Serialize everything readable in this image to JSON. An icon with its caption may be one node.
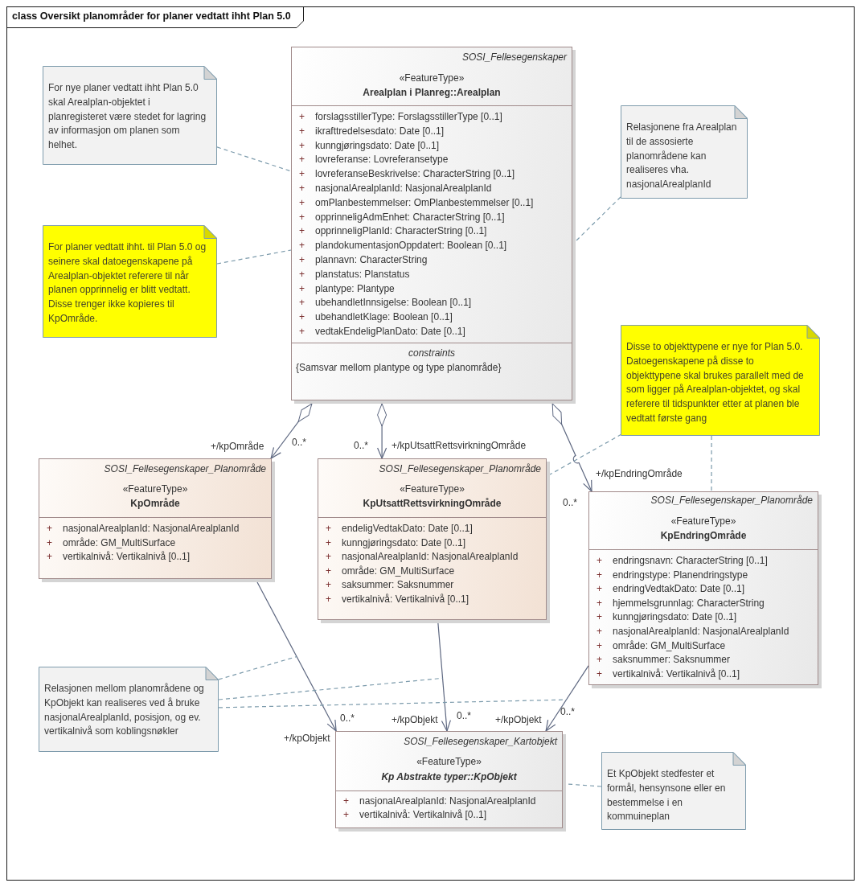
{
  "diagram": {
    "nodes": [
      {
        "text": [
          "class Oversikt planområder for planer vedtatt ihht Plan 5.0"
        ]
      },
      {
        "text": [
          "For nye planer vedtatt ihht Plan 5.0 skal Arealplan-objektet i planregisteret være stedet for lagring av informasjon om planen som helhet."
        ],
        "in": 0
      },
      {
        "text": [
          "SOSI_Fellesegenskaper",
          "«FeatureType»",
          "Arealplan i Planreg::Arealplan",
          "+ forslagsstillerType: ForslagsstillerType [0..1]",
          "+ ikrafttredelsesdato: Date [0..1]",
          "+ kunngjøringsdato: Date [0..1]",
          "+ lovreferanse: Lovreferansetype",
          "+ lovreferanseBeskrivelse: CharacterString [0..1]",
          "+ nasjonalArealplanId: NasjonalArealplanId",
          "+ omPlanbestemmelser: OmPlanbestemmelser [0..1]",
          "+ opprinneligAdmEnhet: CharacterString [0..1]",
          "+ opprinneligPlanId: CharacterString [0..1]",
          "+ plandokumentasjonOppdatert: Boolean [0..1]",
          "+ plannavn: CharacterString",
          "+ planstatus: Planstatus",
          "+ plantype: Plantype",
          "+ ubehandletInnsigelse: Boolean [0..1]",
          "+ ubehandletKlage: Boolean [0..1]",
          "+ vedtakEndeligPlanDato: Date [0..1]"
        ],
        "in": 0
      },
      {
        "text": [
          "constraints",
          "{Samsvar mellom plantype og type planområde}"
        ],
        "in": 2
      },
      {
        "text": [
          "Relasjonene fra Arealplan til de assosierte planområdene kan realiseres vha. nasjonalArealplanId"
        ],
        "in": 0
      },
      {
        "text": [
          "For planer vedtatt ihht. til Plan 5.0 og seinere skal datoegenskapene på Arealplan-objektet referere til når planen opprinnelig er blitt vedtatt. Disse trenger ikke kopieres til KpOmråde."
        ],
        "in": 0
      },
      {
        "text": [
          "Disse to objekttypene er nye for Plan 5.0. Datoegenskapene på disse to objekttypene skal brukes parallelt med de som ligger på Arealplan-objektet, og skal referere til tidspunkter etter at planen ble vedtatt første gang"
        ],
        "in": 0
      },
      {
        "text": [
          "SOSI_Fellesegenskaper_Planområde",
          "«FeatureType»",
          "KpOmråde",
          "+ nasjonalArealplanId: NasjonalArealplanId",
          "+ område: GM_MultiSurface",
          "+ vertikalnivå: Vertikalnivå [0..1]"
        ],
        "in": 0
      },
      {
        "text": [
          "SOSI_Fellesegenskaper_Planområde",
          "«FeatureType»",
          "KpUtsattRettsvirkningOmråde",
          "+ endeligVedtakDato: Date [0..1]",
          "+ kunngjøringsdato: Date [0..1]",
          "+ nasjonalArealplanId: NasjonalArealplanId",
          "+ område: GM_MultiSurface",
          "+ saksummer: Saksnummer",
          "+ vertikalnivå: Vertikalnivå [0..1]"
        ],
        "in": 0
      },
      {
        "text": [
          "SOSI_Fellesegenskaper_Planområde",
          "«FeatureType»",
          "KpEndringOmråde",
          "+ endringsnavn: CharacterString [0..1]",
          "+ endringstype: Planendringstype",
          "+ endringVedtakDato: Date [0..1]",
          "+ hjemmelsgrunnlag: CharacterString",
          "+ kunngjøringsdato: Date [0..1]",
          "+ nasjonalArealplanId: NasjonalArealplanId",
          "+ område: GM_MultiSurface",
          "+ saksnummer: Saksnummer",
          "+ vertikalnivå: Vertikalnivå [0..1]"
        ],
        "in": 0
      },
      {
        "text": [
          "Relasjonen mellom planområdene og KpObjekt kan realiseres ved å bruke nasjonalArealplanId, posisjon, og ev. vertikalnivå som koblingsnøkler"
        ],
        "in": 0
      },
      {
        "text": [
          "SOSI_Fellesegenskaper_Kartobjekt",
          "«FeatureType»",
          "Kp Abstrakte typer::KpObjekt",
          "+ nasjonalArealplanId: NasjonalArealplanId",
          "+ vertikalnivå: Vertikalnivå [0..1]"
        ],
        "in": 0
      },
      {
        "text": [
          "Et KpObjekt stedfester et formål, hensynsone eller en bestemmelse i en kommuineplan"
        ],
        "in": 0
      }
    ],
    "edges": [
      {
        "from": 2,
        "to": 7,
        "arrow": "to",
        "label": "+/kpOmråde",
        "color": "#5d6780"
      },
      {
        "from": 2,
        "to": 8,
        "arrow": "to",
        "label": "+/kpUtsattRettsvirkningOmråde",
        "color": "#5d6780"
      },
      {
        "from": 2,
        "to": 9,
        "arrow": "to",
        "label": "+/kpEndringOmråde",
        "color": "#5d6780"
      },
      {
        "from": 7,
        "to": 11,
        "arrow": "to",
        "label": "+/kpObjekt",
        "color": "#5d6780"
      },
      {
        "from": 8,
        "to": 11,
        "arrow": "to",
        "label": "+/kpObjekt",
        "color": "#5d6780"
      },
      {
        "from": 9,
        "to": 11,
        "arrow": "to",
        "label": "+/kpObjekt",
        "color": "#5d6780"
      },
      {
        "from": 1,
        "to": 2,
        "arrow": "none",
        "style": "dashed"
      },
      {
        "from": 5,
        "to": 2,
        "arrow": "none",
        "style": "dashed"
      },
      {
        "from": 4,
        "to": 2,
        "arrow": "none",
        "style": "dashed"
      },
      {
        "from": 6,
        "to": 8,
        "arrow": "none",
        "style": "dashed"
      },
      {
        "from": 6,
        "to": 9,
        "arrow": "none",
        "style": "dashed"
      },
      {
        "from": 10,
        "to": null,
        "arrow": "none",
        "style": "dashed"
      },
      {
        "from": 10,
        "to": null,
        "arrow": "none",
        "style": "dashed"
      },
      {
        "from": 10,
        "to": null,
        "arrow": "none",
        "style": "dashed"
      },
      {
        "from": 12,
        "to": 11,
        "arrow": "none",
        "style": "dashed"
      }
    ],
    "labels": [
      "0..*",
      "0..*",
      "0..*",
      "0..*",
      "0..*",
      "0..*"
    ]
  }
}
